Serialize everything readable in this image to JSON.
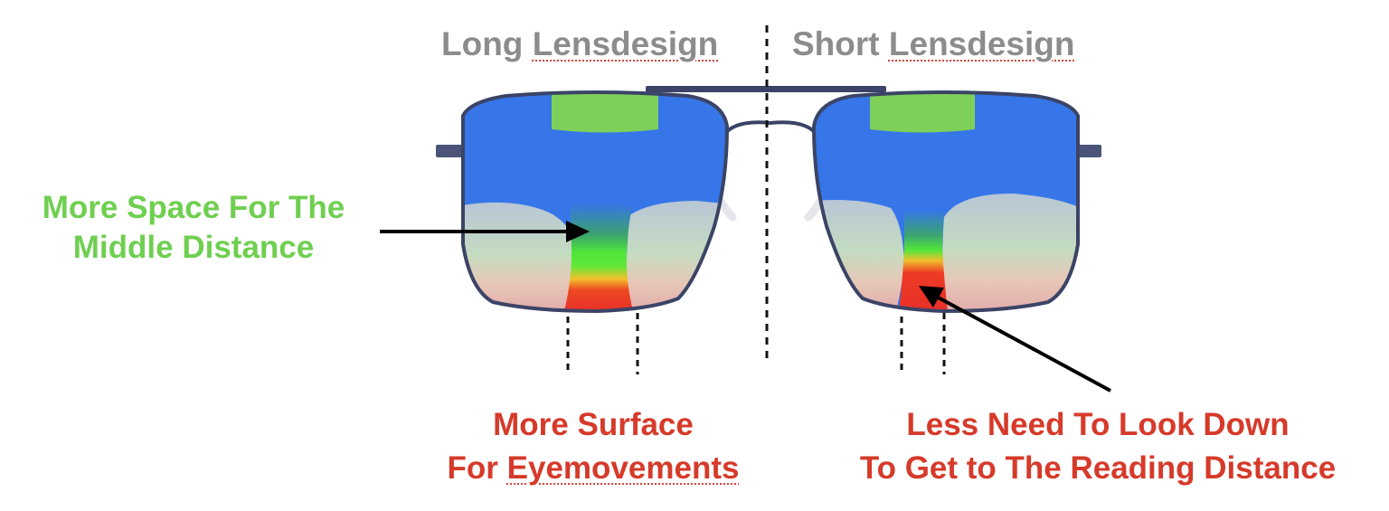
{
  "titles": {
    "left": {
      "prefix": "Long ",
      "word": "Lensdesign"
    },
    "right": {
      "prefix": "Short ",
      "word": "Lensdesign"
    }
  },
  "annotations": {
    "middle_distance": {
      "line1": "More Space For The",
      "line2": "Middle Distance"
    },
    "eyemovements": {
      "line1": "More Surface",
      "line2_prefix": "For ",
      "line2_word": "Eyemovements"
    },
    "reading_distance": {
      "line1": "Less Need To Look Down",
      "line2": "To Get to The Reading Distance"
    }
  },
  "colors": {
    "title_gray": "#8c8c8c",
    "annotation_green": "#6fcf50",
    "annotation_red": "#d63a2a",
    "lens_blue": "#3676e8",
    "distance_zone_green": "#7fd05a",
    "frame_navy": "#3b4466"
  },
  "zones": [
    "distance (green top patch)",
    "far-vision (blue)",
    "intermediate corridor (green)",
    "near (red)",
    "peripheral blur (faded)"
  ]
}
